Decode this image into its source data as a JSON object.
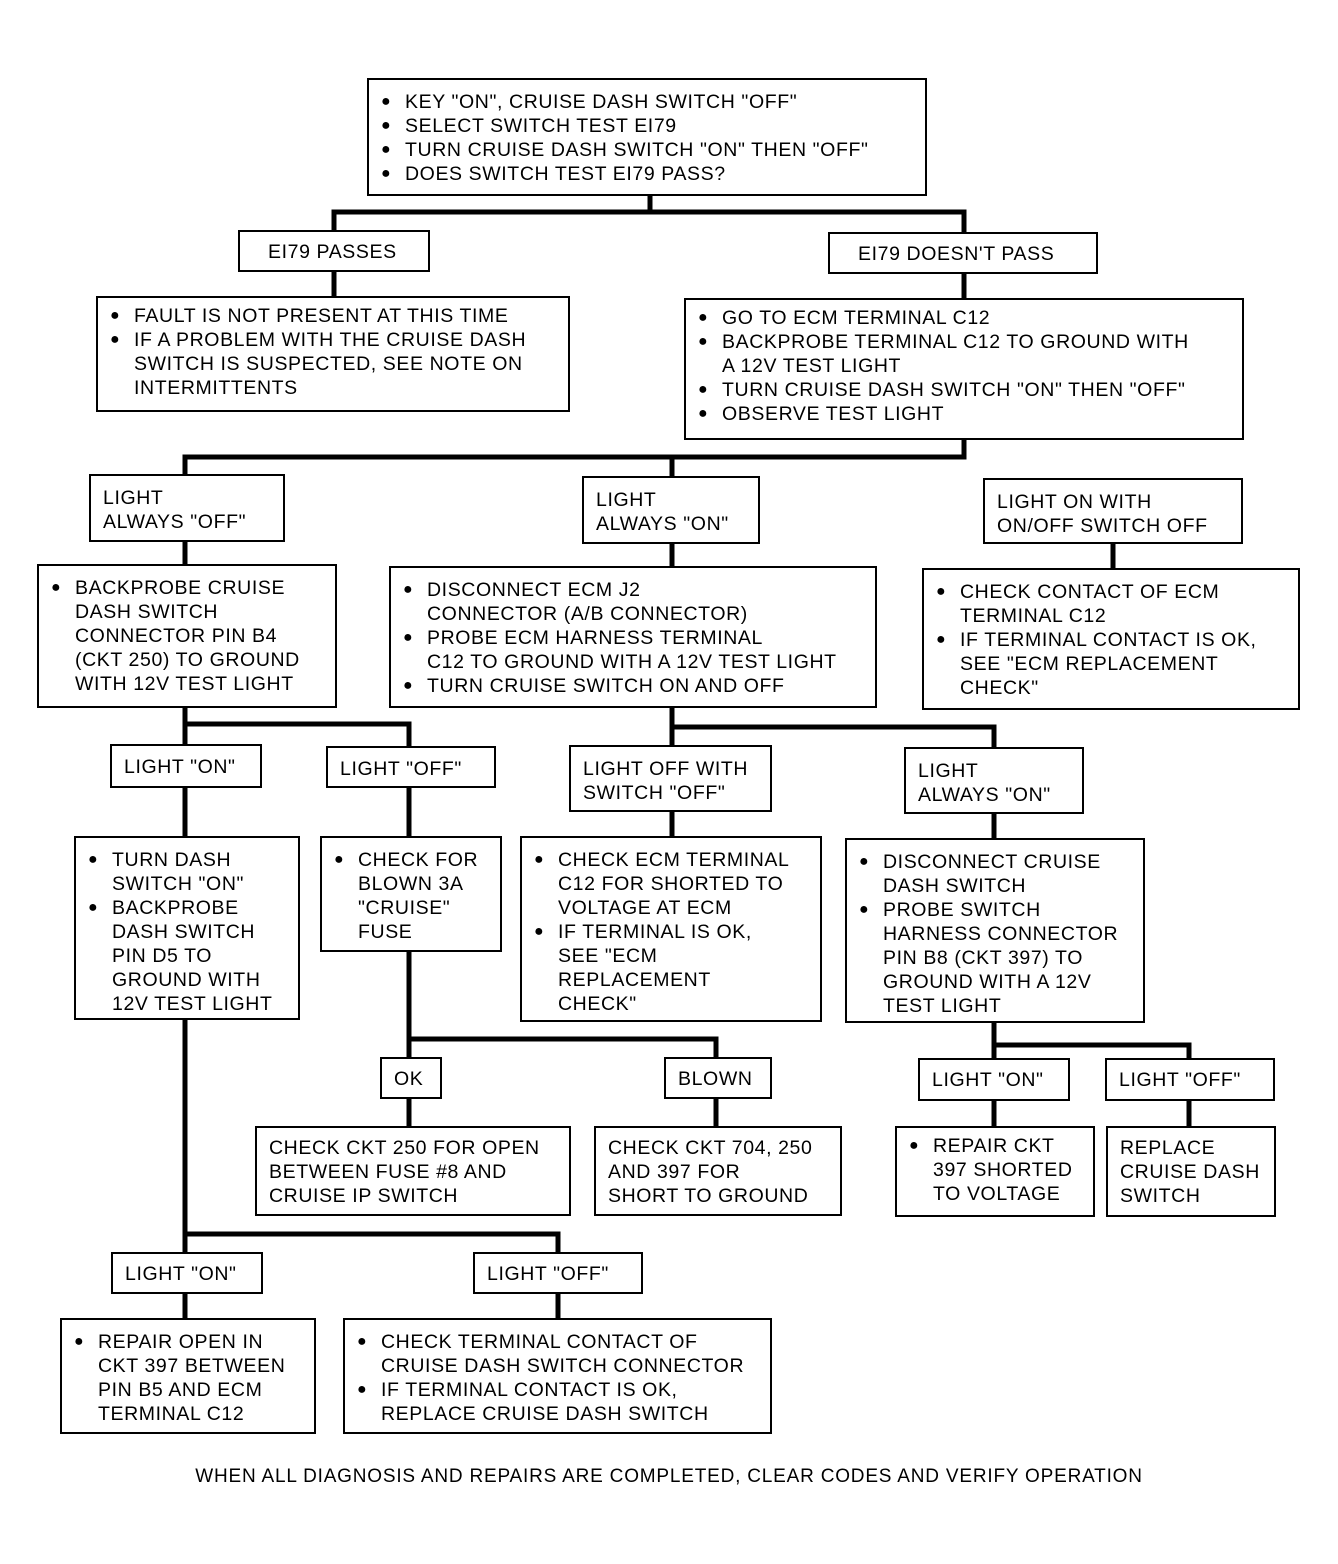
{
  "nodes": {
    "root": {
      "bullets": [
        "KEY \"ON\", CRUISE DASH SWITCH \"OFF\"",
        "SELECT SWITCH TEST EI79",
        "TURN CRUISE DASH SWITCH \"ON\" THEN \"OFF\"",
        "DOES SWITCH TEST EI79 PASS?"
      ]
    },
    "e179_passes": {
      "lines": [
        "EI79 PASSES"
      ]
    },
    "e179_fails": {
      "lines": [
        "EI79 DOESN'T PASS"
      ]
    },
    "fault_not_present": {
      "bullets": [
        "FAULT IS NOT PRESENT AT THIS TIME",
        "IF A PROBLEM WITH THE CRUISE DASH\nSWITCH IS SUSPECTED, SEE NOTE ON\nINTERMITTENTS"
      ]
    },
    "goto_ecm_c12": {
      "bullets": [
        "GO TO ECM TERMINAL C12",
        "BACKPROBE TERMINAL C12 TO GROUND WITH\nA 12V TEST LIGHT",
        "TURN CRUISE DASH SWITCH \"ON\" THEN \"OFF\"",
        "OBSERVE TEST LIGHT"
      ]
    },
    "light_always_off": {
      "lines": [
        "LIGHT",
        "ALWAYS \"OFF\""
      ]
    },
    "light_always_on": {
      "lines": [
        "LIGHT",
        "ALWAYS \"ON\""
      ]
    },
    "light_on_switch_off": {
      "lines": [
        "LIGHT ON WITH",
        "ON/OFF SWITCH OFF"
      ]
    },
    "backprobe_b4": {
      "bullets": [
        "BACKPROBE CRUISE\nDASH SWITCH\nCONNECTOR PIN B4\n(CKT 250) TO GROUND\nWITH 12V TEST LIGHT"
      ]
    },
    "disconnect_j2": {
      "bullets": [
        "DISCONNECT ECM J2\nCONNECTOR (A/B CONNECTOR)",
        "PROBE ECM HARNESS TERMINAL\nC12 TO GROUND WITH A 12V TEST LIGHT",
        "TURN CRUISE SWITCH ON AND OFF"
      ]
    },
    "check_contact_c12": {
      "bullets": [
        "CHECK CONTACT OF ECM\nTERMINAL C12",
        "IF TERMINAL CONTACT IS OK,\nSEE \"ECM REPLACEMENT\nCHECK\""
      ]
    },
    "light_on_a": {
      "lines": [
        "LIGHT \"ON\""
      ]
    },
    "light_off_a": {
      "lines": [
        "LIGHT \"OFF\""
      ]
    },
    "light_off_switch_off": {
      "lines": [
        "LIGHT OFF WITH",
        "SWITCH \"OFF\""
      ]
    },
    "light_always_on_b": {
      "lines": [
        "LIGHT",
        "ALWAYS \"ON\""
      ]
    },
    "turn_dash_switch": {
      "bullets": [
        "TURN DASH\nSWITCH \"ON\"",
        "BACKPROBE\nDASH SWITCH\nPIN D5 TO\nGROUND WITH\n12V TEST LIGHT"
      ]
    },
    "check_fuse": {
      "bullets": [
        "CHECK FOR\nBLOWN 3A\n\"CRUISE\"\nFUSE"
      ]
    },
    "check_ecm_shorted": {
      "bullets": [
        "CHECK ECM TERMINAL\nC12 FOR SHORTED TO\nVOLTAGE AT ECM",
        "IF TERMINAL IS OK,\nSEE \"ECM\nREPLACEMENT\nCHECK\""
      ]
    },
    "disconnect_cruise_switch": {
      "bullets": [
        "DISCONNECT CRUISE\nDASH SWITCH",
        "PROBE SWITCH\nHARNESS CONNECTOR\nPIN B8 (CKT 397) TO\nGROUND WITH A 12V\nTEST LIGHT"
      ]
    },
    "ok": {
      "lines": [
        "OK"
      ]
    },
    "blown": {
      "lines": [
        "BLOWN"
      ]
    },
    "light_on_c": {
      "lines": [
        "LIGHT \"ON\""
      ]
    },
    "light_off_c": {
      "lines": [
        "LIGHT \"OFF\""
      ]
    },
    "check_ckt250": {
      "text": "CHECK CKT 250 FOR OPEN\nBETWEEN FUSE #8 AND\nCRUISE IP SWITCH"
    },
    "check_ckt704": {
      "text": "CHECK CKT 704, 250\nAND 397 FOR\nSHORT TO GROUND"
    },
    "repair_ckt397_shorted": {
      "bullets": [
        "REPAIR CKT\n397 SHORTED\nTO VOLTAGE"
      ]
    },
    "replace_switch": {
      "text": "REPLACE\nCRUISE DASH\nSWITCH"
    },
    "light_on_d": {
      "lines": [
        "LIGHT \"ON\""
      ]
    },
    "light_off_d": {
      "lines": [
        "LIGHT \"OFF\""
      ]
    },
    "repair_open_ckt397": {
      "bullets": [
        "REPAIR OPEN IN\nCKT 397 BETWEEN\nPIN B5 AND ECM\nTERMINAL C12"
      ]
    },
    "check_terminal_contact": {
      "bullets": [
        "CHECK TERMINAL CONTACT OF\nCRUISE DASH SWITCH CONNECTOR",
        "IF TERMINAL CONTACT IS OK,\nREPLACE CRUISE DASH SWITCH"
      ]
    }
  },
  "footer": "WHEN ALL DIAGNOSIS AND REPAIRS ARE COMPLETED, CLEAR CODES AND VERIFY OPERATION"
}
